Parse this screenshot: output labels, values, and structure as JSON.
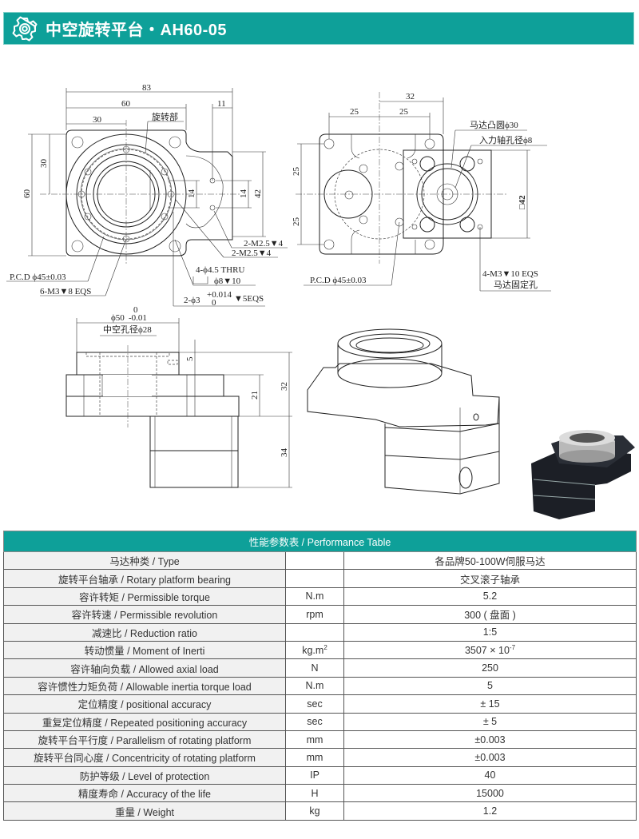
{
  "header": {
    "title": "中空旋转平台・AH60-05",
    "icon": "gear-icon",
    "accent": "#0ea099"
  },
  "drawing_top": {
    "dim_83": "83",
    "dim_60w": "60",
    "dim_30w": "30",
    "dim_11": "11",
    "dim_30h": "30",
    "dim_60h": "60",
    "dim_14a": "14",
    "dim_14b": "14",
    "dim_42": "42",
    "rotating_part": "旋转部",
    "m25_a": "2-M2.5▼4",
    "m25_b": "2-M2.5▼4",
    "thru": "4-ϕ4.5 THRU",
    "cbore": "ϕ8▼10",
    "pin": "2-ϕ3",
    "pin_tol_up": "+0.014",
    "pin_tol_low": "0",
    "pin_depth": "▼5EQS",
    "pcd": "P.C.D ϕ45±0.03",
    "m3": "6-M3▼8  EQS"
  },
  "drawing_bottom_view": {
    "dim_32": "32",
    "dim_25a": "25",
    "dim_25b": "25",
    "dim_25c": "25",
    "dim_25d": "25",
    "motor_boss": "马达凸圆ϕ30",
    "input_bore": "入力轴孔径ϕ8",
    "square": "□42",
    "pcd": "P.C.D ϕ45±0.03",
    "motor_holes": "4-M3▼10  EQS",
    "motor_holes_cn": "马达固定孔"
  },
  "drawing_side": {
    "dia50": "ϕ50",
    "tol_up": "0",
    "tol_low": "-0.01",
    "hollow": "中空孔径ϕ28",
    "dim_5": "5",
    "dim_21": "21",
    "dim_32": "32",
    "dim_34": "34"
  },
  "table": {
    "title": "性能参数表 / Performance Table",
    "rows": [
      {
        "label": "马达种类 / Type",
        "unit": "",
        "value": "各品牌50-100W伺服马达"
      },
      {
        "label": "旋转平台轴承 / Rotary platform bearing",
        "unit": "",
        "value": "交叉滚子轴承"
      },
      {
        "label": "容许转矩 / Permissible torque",
        "unit": "N.m",
        "value": "5.2"
      },
      {
        "label": "容许转速 / Permissible revolution",
        "unit": "rpm",
        "value": "300 ( 盘面 )"
      },
      {
        "label": "减速比 / Reduction ratio",
        "unit": "",
        "value": "1:5"
      },
      {
        "label": "转动惯量 / Moment of Inerti",
        "unit": "kg.m",
        "unit_sup": "2",
        "value": "3507 × 10",
        "value_sup": "-7"
      },
      {
        "label": "容许轴向负载 / Allowed axial load",
        "unit": "N",
        "value": "250"
      },
      {
        "label": "容许惯性力矩负荷 / Allowable inertia torque load",
        "unit": "N.m",
        "value": "5"
      },
      {
        "label": "定位精度 / positional accuracy",
        "unit": "sec",
        "value": "± 15"
      },
      {
        "label": "重复定位精度 / Repeated positioning accuracy",
        "unit": "sec",
        "value": "± 5"
      },
      {
        "label": "旋转平台平行度 / Parallelism of rotating platform",
        "unit": "mm",
        "value": "±0.003"
      },
      {
        "label": "旋转平台同心度 / Concentricity of rotating platform",
        "unit": "mm",
        "value": "±0.003"
      },
      {
        "label": "防护等级 / Level of protection",
        "unit": "IP",
        "value": "40"
      },
      {
        "label": "精度寿命 / Accuracy of the life",
        "unit": "H",
        "value": "15000"
      },
      {
        "label": "重量 / Weight",
        "unit": "kg",
        "value": "1.2"
      }
    ]
  }
}
